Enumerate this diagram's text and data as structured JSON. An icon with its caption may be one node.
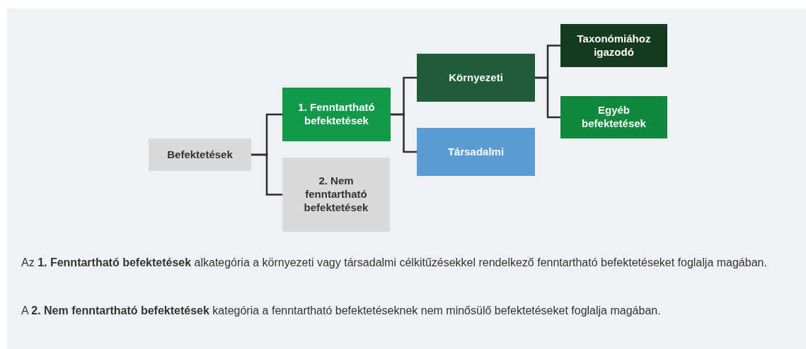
{
  "diagram": {
    "nodes": [
      {
        "text": [
          "Befektetések"
        ]
      },
      {
        "text": [
          "1. Fenntartható befektetések"
        ]
      },
      {
        "text": [
          "2. Nem fenntartható befektetések"
        ]
      },
      {
        "text": [
          "Környezeti"
        ]
      },
      {
        "text": [
          "Társadalmi"
        ]
      },
      {
        "text": [
          "Taxonómiához igazodó"
        ]
      },
      {
        "text": [
          "Egyéb befektetések"
        ]
      }
    ],
    "edges": [
      {
        "from": 0,
        "to": 1,
        "arrow": "none"
      },
      {
        "from": 0,
        "to": 2,
        "arrow": "none"
      },
      {
        "from": 1,
        "to": 3,
        "arrow": "none"
      },
      {
        "from": 1,
        "to": 4,
        "arrow": "none"
      },
      {
        "from": 3,
        "to": 5,
        "arrow": "none"
      },
      {
        "from": 3,
        "to": 6,
        "arrow": "none"
      }
    ],
    "labels": [
      "Az **1. Fenntartható befektetések** alkategória a környezeti vagy társadalmi célkitűzésekkel rendelkező fenntartható befektetéseket foglalja magában.",
      "A **2. Nem fenntartható befektetések** kategória a fenntartható befektetéseknek nem minősülő befektetéseket foglalja magában."
    ]
  }
}
